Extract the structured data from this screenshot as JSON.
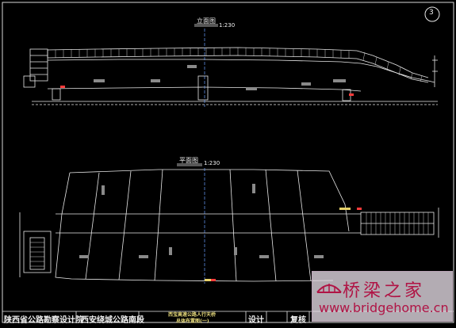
{
  "sheet_number": "3",
  "elevation_view": {
    "title": "立面图",
    "scale": "1:230"
  },
  "plan_view": {
    "title": "平面图",
    "scale": "1:230"
  },
  "title_block": {
    "designer_org": "陕西省公路勘察设计院",
    "client_org": "西安绕城公路南段",
    "drawing_name_line1": "西宝高速公路人行天桥",
    "drawing_name_line2": "总体布置图(一)",
    "design_label": "设计",
    "review_label": "复核"
  },
  "watermark": {
    "cn": "桥梁之家",
    "url": "www.bridgehome.cn"
  },
  "colors": {
    "background": "#000000",
    "line": "#e8e8e8",
    "accent_blue": "#6aa0ff",
    "accent_red": "#ff3b3b",
    "accent_yellow": "#e9d36a",
    "watermark_text": "#b01445"
  }
}
